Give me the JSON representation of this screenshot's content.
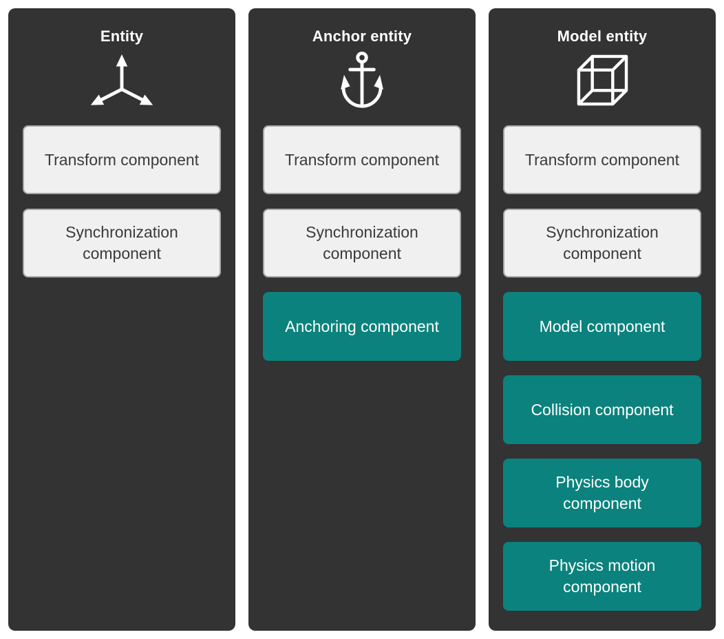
{
  "colors": {
    "page_bg": "#ffffff",
    "panel_bg": "#333333",
    "panel_title_text": "#ffffff",
    "light_box_bg": "#f0f0f0",
    "light_box_border": "#a8a8a8",
    "light_box_text": "#3a3a3a",
    "teal_box_bg": "#0b827d",
    "teal_box_text": "#ffffff",
    "icon_color": "#ffffff"
  },
  "columns": [
    {
      "title": "Entity",
      "icon": "coordinate-axes-icon",
      "components": [
        {
          "label": "Transform component",
          "variant": "light"
        },
        {
          "label": "Synchronization\ncomponent",
          "variant": "light"
        }
      ]
    },
    {
      "title": "Anchor entity",
      "icon": "anchor-icon",
      "components": [
        {
          "label": "Transform component",
          "variant": "light"
        },
        {
          "label": "Synchronization\ncomponent",
          "variant": "light"
        },
        {
          "label": "Anchoring component",
          "variant": "teal"
        }
      ]
    },
    {
      "title": "Model entity",
      "icon": "cube-icon",
      "components": [
        {
          "label": "Transform component",
          "variant": "light"
        },
        {
          "label": "Synchronization\ncomponent",
          "variant": "light"
        },
        {
          "label": "Model component",
          "variant": "teal"
        },
        {
          "label": "Collision component",
          "variant": "teal"
        },
        {
          "label": "Physics body\ncomponent",
          "variant": "teal"
        },
        {
          "label": "Physics motion\ncomponent",
          "variant": "teal"
        }
      ]
    }
  ]
}
